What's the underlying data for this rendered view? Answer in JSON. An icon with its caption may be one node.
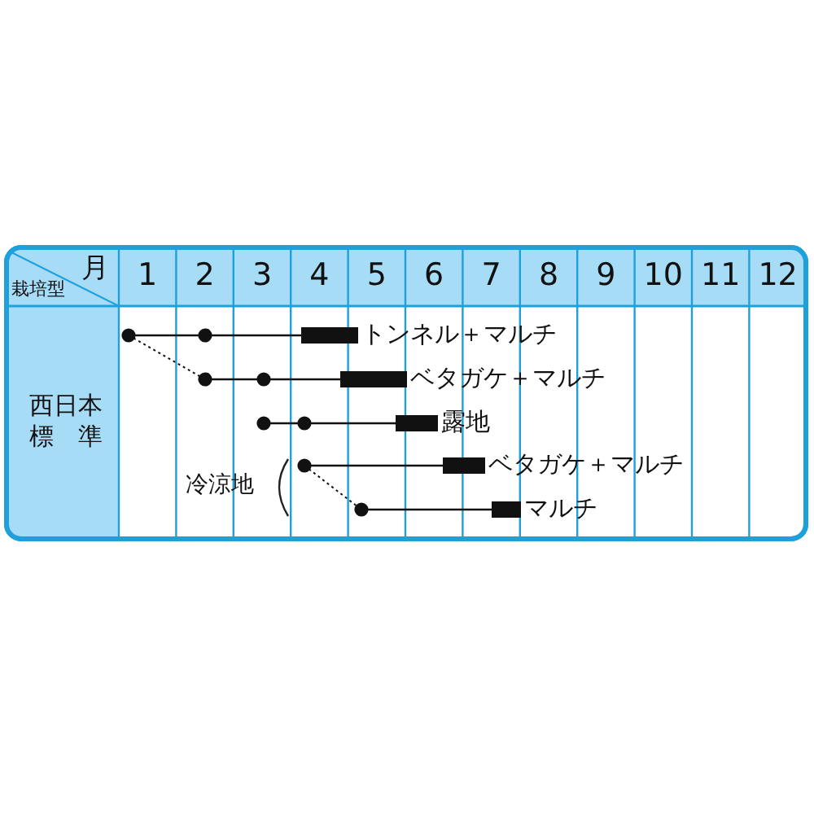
{
  "diagram": {
    "labels": [
      "月",
      "栽培型",
      "1",
      "2",
      "3",
      "4",
      "5",
      "6",
      "7",
      "8",
      "9",
      "10",
      "11",
      "12",
      "西日本標　準",
      "トンネル＋マルチ",
      "ベタガケ＋マルチ",
      "露地",
      "冷涼地",
      "ベタガケ＋マルチ",
      "マルチ"
    ]
  }
}
